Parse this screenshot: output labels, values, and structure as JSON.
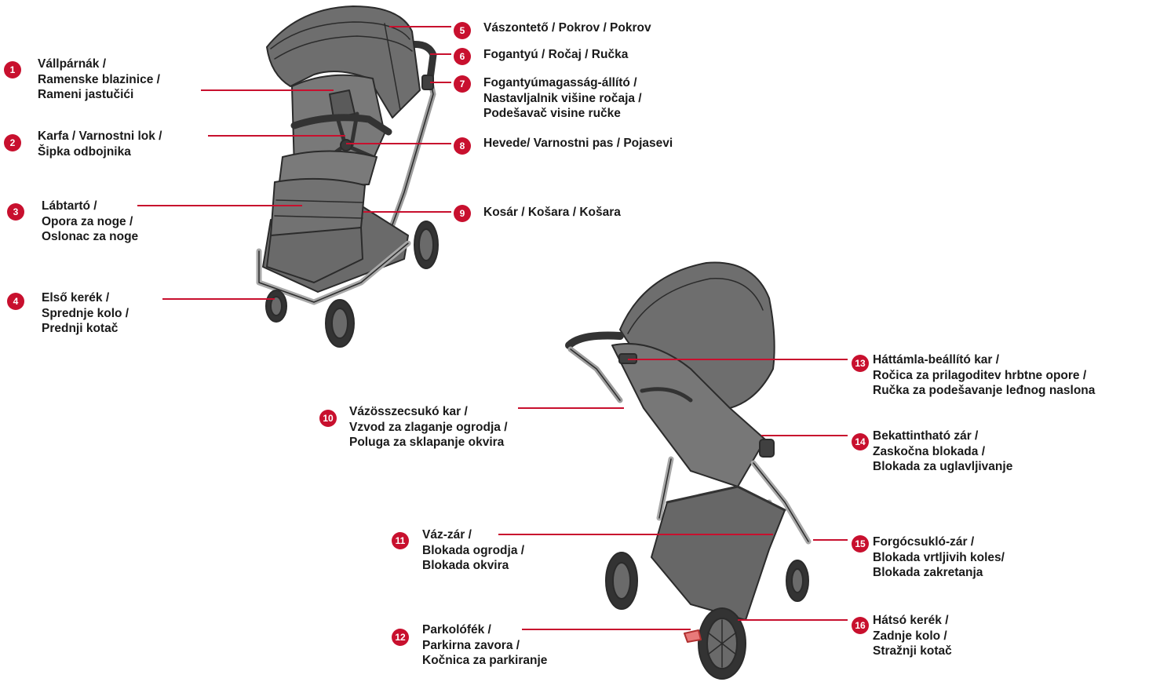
{
  "colors": {
    "accent": "#c8102e",
    "fabric": "#6e6e6e",
    "fabric_dark": "#4f4f4f",
    "frame": "#b8b8b8",
    "tire": "#333333"
  },
  "callouts": [
    {
      "number": "1",
      "lines": [
        "Vállpárnák /",
        "Ramenske blazinice /",
        "Rameni jastučići"
      ]
    },
    {
      "number": "2",
      "lines": [
        "Karfa / Varnostni lok /",
        "Šipka odbojnika"
      ]
    },
    {
      "number": "3",
      "lines": [
        "Lábtartó /",
        "Opora za noge /",
        "Oslonac za noge"
      ]
    },
    {
      "number": "4",
      "lines": [
        "Első kerék /",
        "Sprednje kolo /",
        "Prednji kotač"
      ]
    },
    {
      "number": "5",
      "lines": [
        "Vászontető / Pokrov / Pokrov"
      ]
    },
    {
      "number": "6",
      "lines": [
        "Fogantyú / Ročaj / Ručka"
      ]
    },
    {
      "number": "7",
      "lines": [
        "Fogantyúmagasság-állító /",
        "Nastavljalnik višine ročaja /",
        "Podešavač visine ručke"
      ]
    },
    {
      "number": "8",
      "lines": [
        "Hevede/ Varnostni pas / Pojasevi"
      ]
    },
    {
      "number": "9",
      "lines": [
        "Kosár / Košara / Košara"
      ]
    },
    {
      "number": "10",
      "lines": [
        "Vázösszecsukó kar /",
        "Vzvod za zlaganje ogrodja /",
        "Poluga za sklapanje okvira"
      ]
    },
    {
      "number": "11",
      "lines": [
        "Váz-zár /",
        "Blokada ogrodja /",
        "Blokada okvira"
      ]
    },
    {
      "number": "12",
      "lines": [
        "Parkolófék /",
        "Parkirna zavora /",
        "Kočnica za parkiranje"
      ]
    },
    {
      "number": "13",
      "lines": [
        "Háttámla-beállító kar /",
        "Ročica za prilagoditev hrbtne opore /",
        "Ručka za podešavanje leđnog naslona"
      ]
    },
    {
      "number": "14",
      "lines": [
        "Bekattintható zár /",
        "Zaskočna blokada /",
        "Blokada za uglavljivanje"
      ]
    },
    {
      "number": "15",
      "lines": [
        "Forgócsukló-zár /",
        "Blokada vrtljivih koles/",
        "Blokada zakretanja"
      ]
    },
    {
      "number": "16",
      "lines": [
        "Hátsó kerék /",
        "Zadnje kolo /",
        "Stražnji kotač"
      ]
    }
  ]
}
